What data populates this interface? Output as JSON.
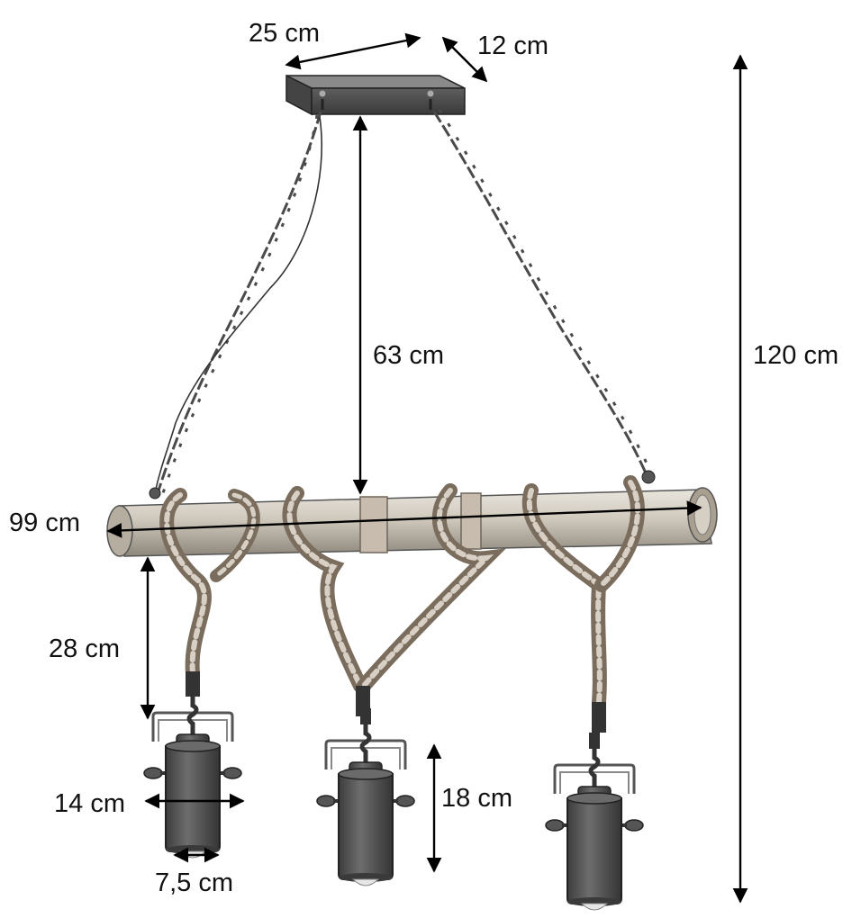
{
  "dimensions": {
    "canopy_length": "25 cm",
    "canopy_width": "12 cm",
    "chain_drop": "63 cm",
    "total_height": "120 cm",
    "bar_length": "99 cm",
    "rope_drop": "28 cm",
    "spot_width": "14 cm",
    "spot_height": "18 cm",
    "spot_diameter": "7,5 cm"
  },
  "colors": {
    "metal_dark": "#555555",
    "wood": "#c9c2b6",
    "rope": "#b7ab9c",
    "outline": "#000000"
  }
}
